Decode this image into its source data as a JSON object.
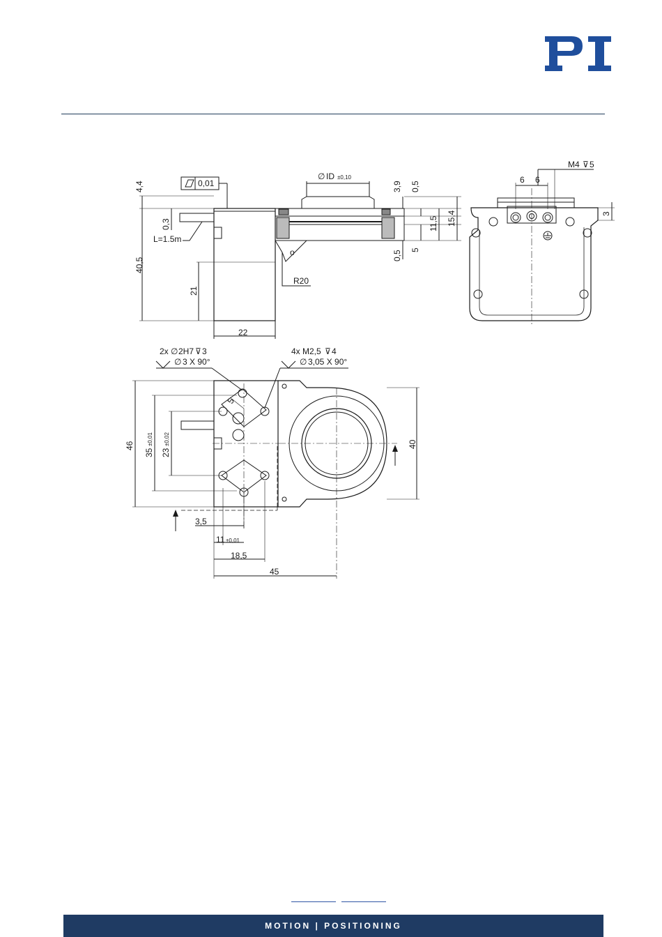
{
  "brand": {
    "logo_text": "PI",
    "logo_color": "#1f4e9c"
  },
  "colors": {
    "rule": "#1f3b5a",
    "footer_bg": "#1f3b63",
    "link": "#2f55a4"
  },
  "footer": {
    "tagline": "MOTION | POSITIONING"
  },
  "drawing": {
    "side_view": {
      "dim_top": "4,4",
      "flatness_symbol": "flatness-icon",
      "flatness_value": "0,01",
      "dia_id": "ID",
      "dia_id_tol": "±0,10",
      "dim_0_3": "0,3",
      "cable_length": "L=1.5m",
      "dim_height": "40,5",
      "dim_21": "21",
      "dim_22": "22",
      "radius": "R20",
      "dim_3_9": "3,9",
      "dim_0_5_top": "0,5",
      "dim_11_5": "11,5",
      "dim_15_4": "15,4",
      "dim_0_5_bottom": "0,5",
      "dim_5": "5"
    },
    "front_view": {
      "thread_note": "M4",
      "thread_depth": "5",
      "dim_6a": "6",
      "dim_6b": "6",
      "dim_3": "3"
    },
    "top_view": {
      "pin_note_1": "2x",
      "pin_note_2": "2H7",
      "pin_note_3": "3",
      "pin_chamfer": "3 X 90°",
      "thread_note_1": "4x M2,5",
      "thread_note_2": "4",
      "thread_chamfer": "3,05 X 90°",
      "dim_46": "46",
      "dim_35": "35",
      "dim_35_tol": "±0,01",
      "dim_23": "23",
      "dim_23_tol": "±0,02",
      "dim_5": "5",
      "dim_40": "40",
      "dim_3_5": "3,5",
      "dim_11": "11",
      "dim_11_tol": "±0,01",
      "dim_18_5": "18,5",
      "dim_45": "45"
    }
  }
}
